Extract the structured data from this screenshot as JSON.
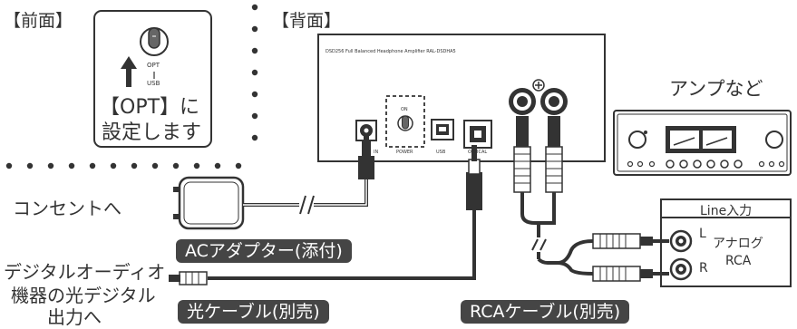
{
  "labels": {
    "front": "【前面】",
    "back": "【背面】",
    "opt_switch_top": "OPT",
    "opt_switch_bottom": "USB",
    "opt_note_line1": "【OPT】に",
    "opt_note_line2": "設定します",
    "device_name": "DSD256  Full  Balanced  Headphone  Amplifier  RAL-DSDHA5",
    "power_switch_on": "ON",
    "port_in": "IN",
    "port_power": "POWER",
    "port_usb": "USB",
    "port_optical": "OPTICAL",
    "amp_title": "アンプなど",
    "line_in_box_title": "Line入力",
    "channel_left": "L",
    "channel_right": "R",
    "analog": "アナログ",
    "rca": "RCA",
    "outlet": "コンセントへ",
    "digital_audio_line1": "デジタルオーディオ",
    "digital_audio_line2": "機器の光デジタル",
    "digital_audio_line3": "出力へ",
    "ac_adapter": "ACアダプター(添付)",
    "optical_cable": "光ケーブル(別売)",
    "rca_cable": "RCAケーブル(別売)"
  }
}
